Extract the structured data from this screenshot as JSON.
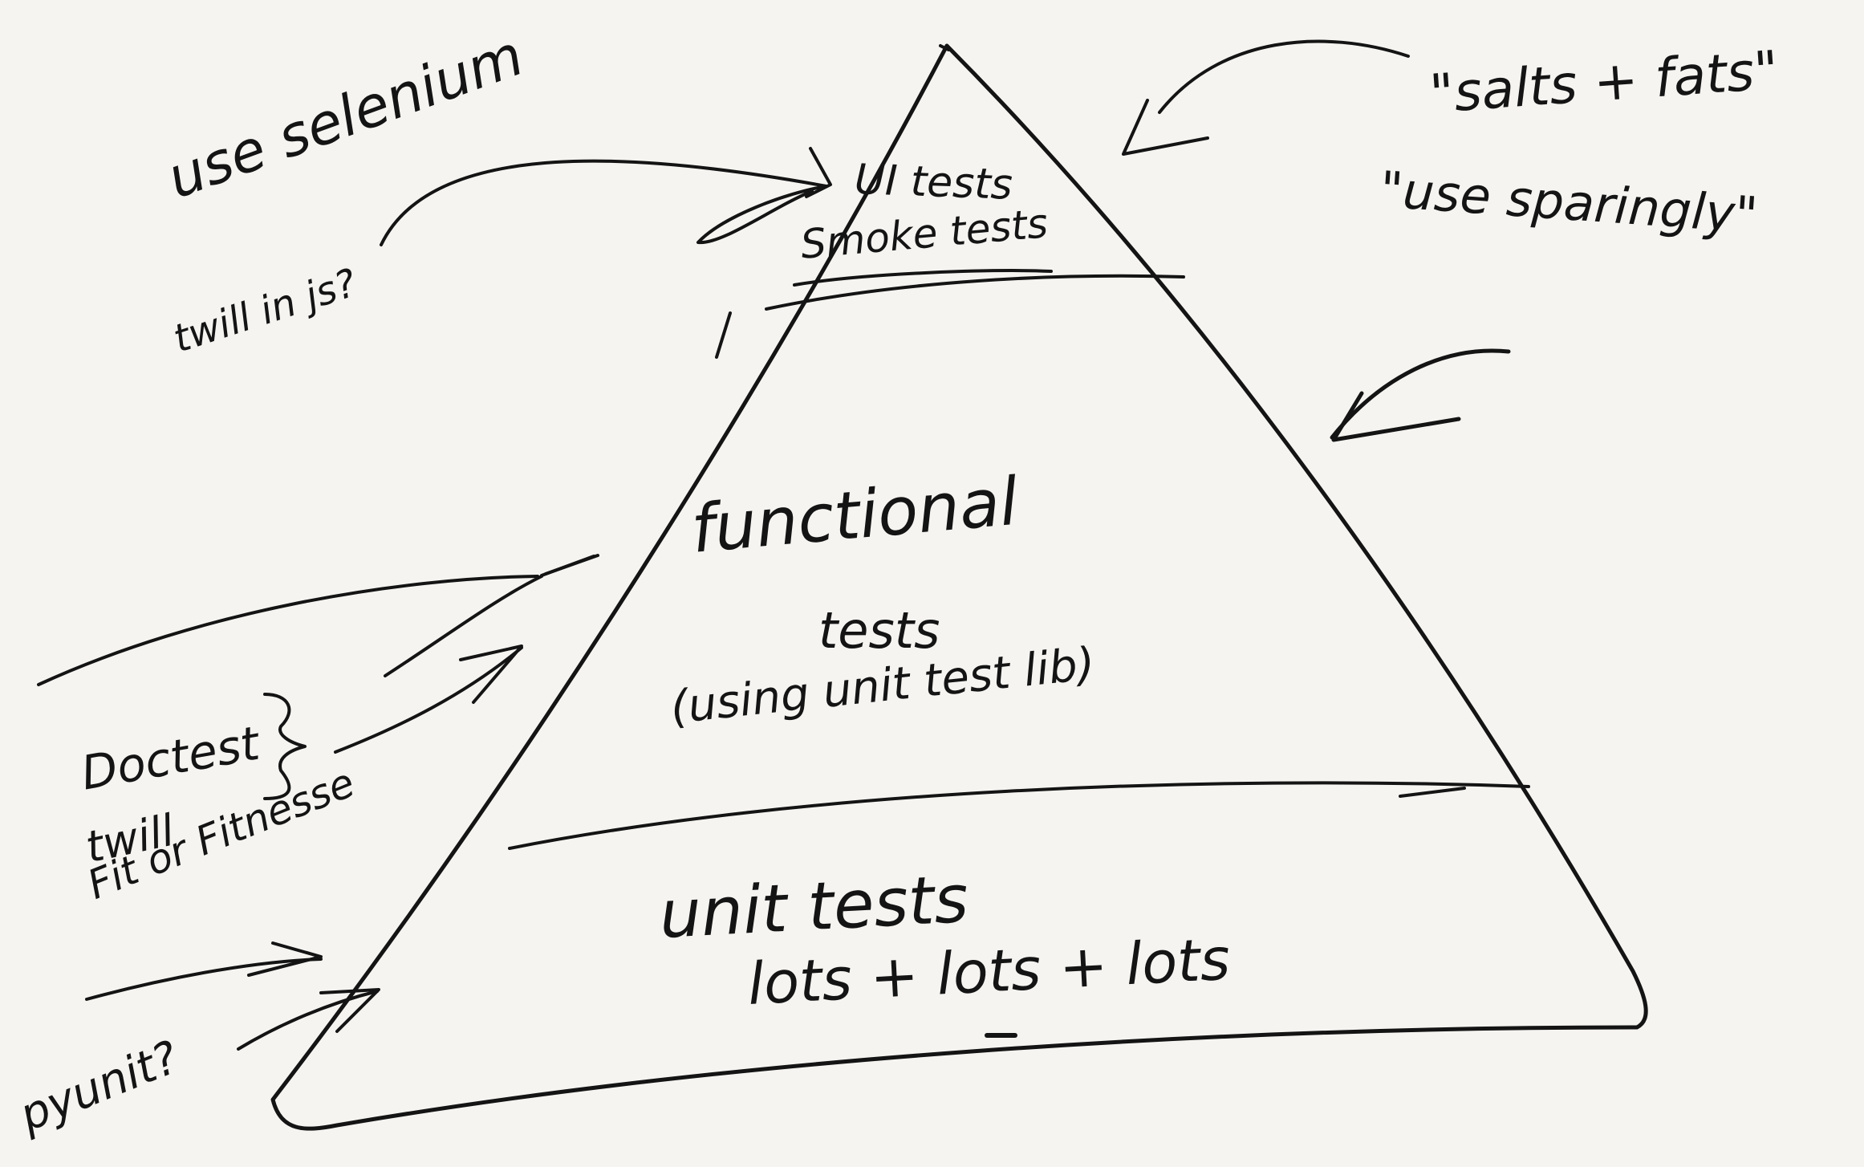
{
  "diagram": {
    "ink_color": "#141414",
    "paper_color": "#f5f4f1",
    "layers": {
      "top": {
        "line1": "UI tests",
        "line2": "Smoke tests"
      },
      "middle": {
        "line1": "functional",
        "line2": "tests",
        "line3": "(using unit test lib)"
      },
      "bottom": {
        "line1": "unit tests",
        "line2": "lots + lots + lots"
      }
    },
    "notes": {
      "use_selenium": "use selenium",
      "twill_in_js": "twill in js?",
      "salts_fats": "\"salts + fats\"",
      "use_sparingly": "\"use sparingly\"",
      "tools_doctest": "Doctest",
      "tools_twill": "twill",
      "tools_fit": "Fit or Fitnesse",
      "pyunit": "pyunit?"
    }
  }
}
